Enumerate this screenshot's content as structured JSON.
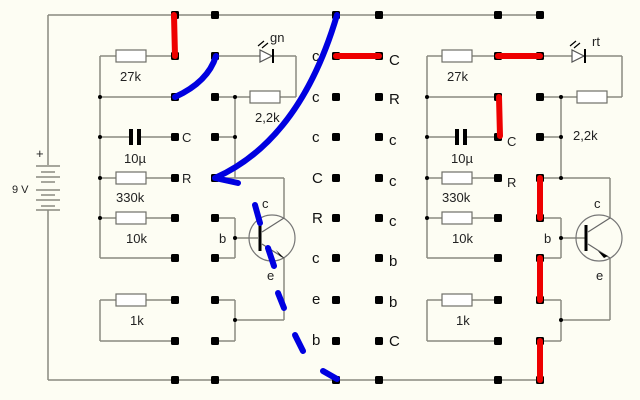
{
  "battery": {
    "label": "9 V",
    "plus": "+"
  },
  "left": {
    "led_label": "gn",
    "r1": "27k",
    "r_led": "2,2k",
    "cap": "10µ",
    "r_base": "330k",
    "r_b2": "10k",
    "r_e": "1k",
    "pin_c": "C",
    "pin_r": "R",
    "base": "b",
    "collector": "c",
    "emitter": "e"
  },
  "right": {
    "led_label": "rt",
    "r1": "27k",
    "r_led": "2,2k",
    "cap": "10µ",
    "r_base": "330k",
    "r_b2": "10k",
    "r_e": "1k",
    "pin_c": "C",
    "pin_r": "R",
    "base": "b",
    "collector": "c",
    "emitter": "e"
  },
  "center_left_labels": [
    "c",
    "c",
    "c",
    "C",
    "R",
    "c",
    "e",
    "b"
  ],
  "center_right_labels": [
    "C",
    "R",
    "c",
    "c",
    "c",
    "b",
    "b",
    "C"
  ],
  "colors": {
    "red_wire": "#ee0000",
    "blue_wire": "#0000e0",
    "background": "#fdfdf3"
  }
}
